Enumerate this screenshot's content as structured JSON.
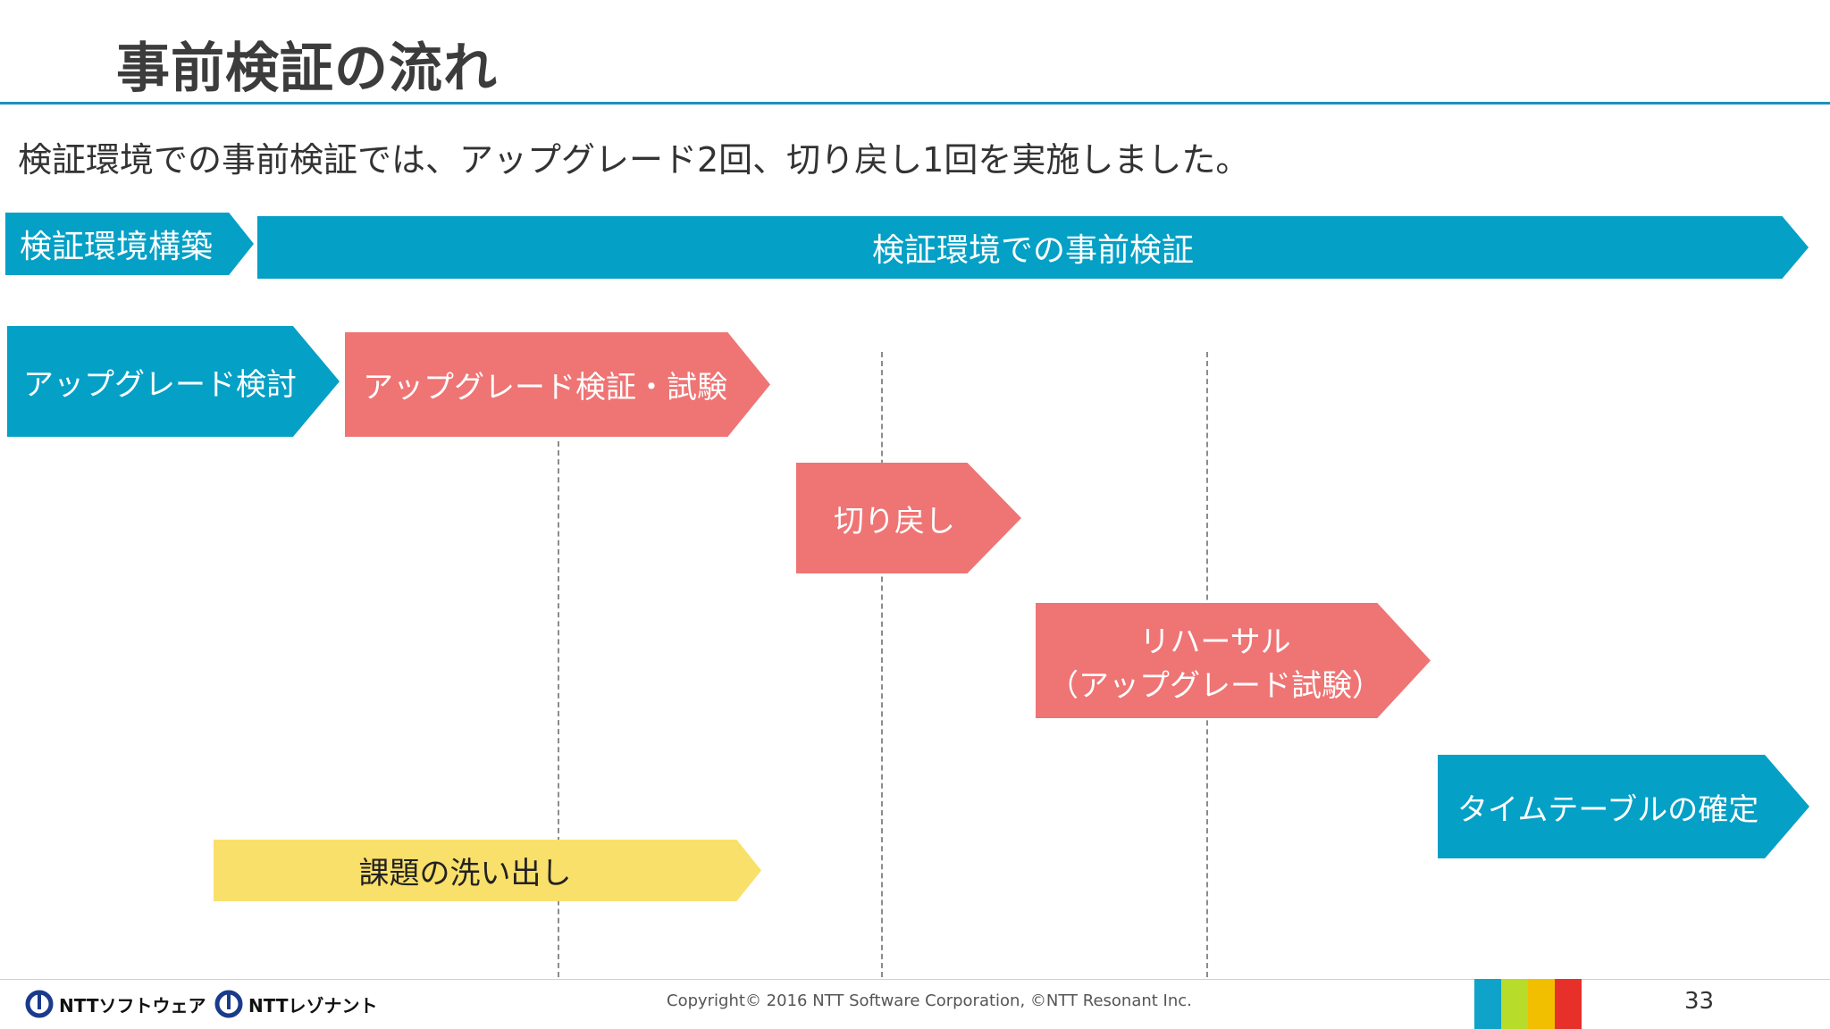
{
  "slide": {
    "title": "事前検証の流れ",
    "subtitle": "検証環境での事前検証では、アップグレード2回、切り戻し1回を実施しました。"
  },
  "phases": {
    "build": "検証環境構築",
    "preverify": "検証環境での事前検証"
  },
  "steps": {
    "upgrade_review": "アップグレード検討",
    "upgrade_test": "アップグレード検証・試験",
    "rollback": "切り戻し",
    "rehearsal_line1": "リハーサル",
    "rehearsal_line2": "（アップグレード試験）",
    "timetable": "タイムテーブルの確定",
    "issues": "課題の洗い出し"
  },
  "colors": {
    "blue": "#04a0c6",
    "red": "#ef7474",
    "yellow": "#f9e06a",
    "rule": "#1f8fbf"
  },
  "footer": {
    "logo1": "NTTソフトウェア",
    "logo2": "NTTレゾナント",
    "copyright": "Copyright© 2016 NTT Software Corporation, ©NTT Resonant Inc.",
    "page_number": "33",
    "stripe_colors": [
      "#0fa3c9",
      "#b7dc2a",
      "#f2be00",
      "#e8302b"
    ]
  }
}
